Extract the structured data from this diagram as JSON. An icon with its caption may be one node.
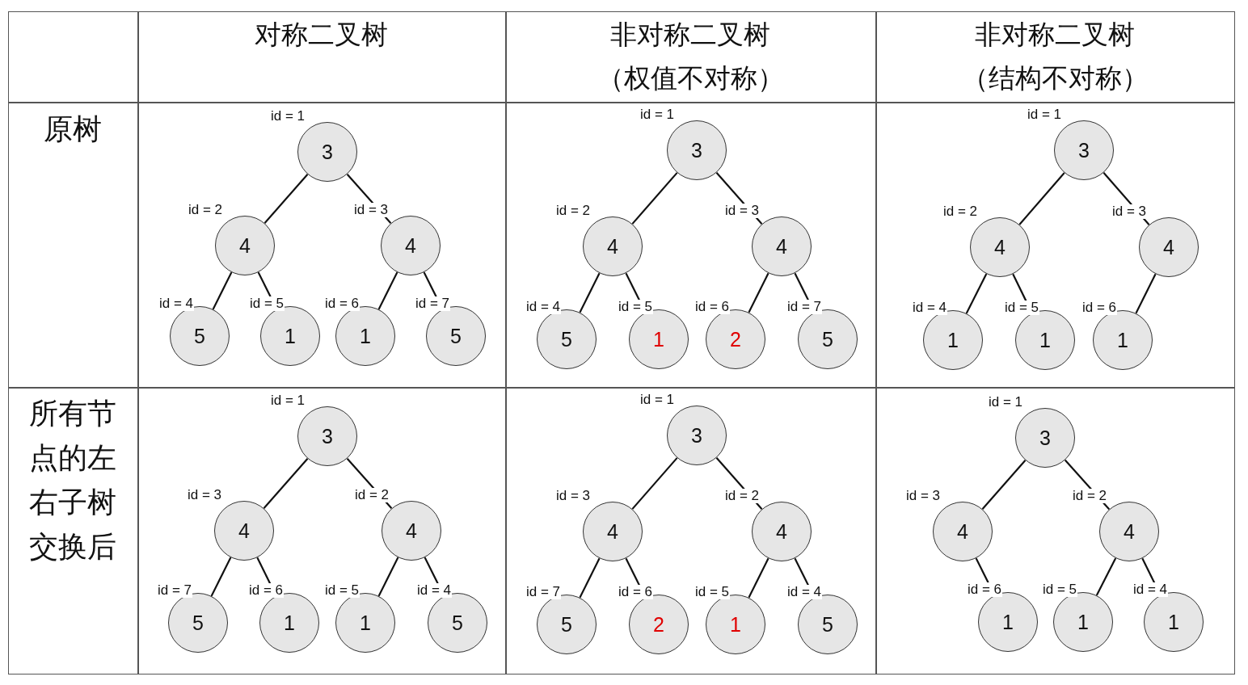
{
  "diagram": {
    "nodes": [
      {
        "text": [
          "3"
        ],
        "beside": [
          "id = 1"
        ]
      },
      {
        "text": [
          "4"
        ],
        "beside": [
          "id = 2"
        ]
      },
      {
        "text": [
          "4"
        ],
        "beside": [
          "id = 3"
        ]
      },
      {
        "text": [
          "5"
        ],
        "beside": [
          "id = 4"
        ]
      },
      {
        "text": [
          "1"
        ],
        "beside": [
          "id = 5"
        ]
      },
      {
        "text": [
          "1"
        ],
        "beside": [
          "id = 6"
        ]
      },
      {
        "text": [
          "5"
        ],
        "beside": [
          "id = 7"
        ]
      },
      {
        "text": [
          "3"
        ],
        "beside": [
          "id = 1"
        ]
      },
      {
        "text": [
          "4"
        ],
        "beside": [
          "id = 2"
        ]
      },
      {
        "text": [
          "4"
        ],
        "beside": [
          "id = 3"
        ]
      },
      {
        "text": [
          "5"
        ],
        "beside": [
          "id = 4"
        ]
      },
      {
        "text": [
          "1"
        ],
        "beside": [
          "id = 5"
        ]
      },
      {
        "text": [
          "2"
        ],
        "beside": [
          "id = 6"
        ]
      },
      {
        "text": [
          "5"
        ],
        "beside": [
          "id = 7"
        ]
      },
      {
        "text": [
          "3"
        ],
        "beside": [
          "id = 1"
        ]
      },
      {
        "text": [
          "4"
        ],
        "beside": [
          "id = 2"
        ]
      },
      {
        "text": [
          "4"
        ],
        "beside": [
          "id = 3"
        ]
      },
      {
        "text": [
          "1"
        ],
        "beside": [
          "id = 4"
        ]
      },
      {
        "text": [
          "1"
        ],
        "beside": [
          "id = 5"
        ]
      },
      {
        "text": [
          "1"
        ],
        "beside": [
          "id = 6"
        ]
      },
      {
        "text": [
          "3"
        ],
        "beside": [
          "id = 1"
        ]
      },
      {
        "text": [
          "4"
        ],
        "beside": [
          "id = 3"
        ]
      },
      {
        "text": [
          "4"
        ],
        "beside": [
          "id = 2"
        ]
      },
      {
        "text": [
          "5"
        ],
        "beside": [
          "id = 7"
        ]
      },
      {
        "text": [
          "1"
        ],
        "beside": [
          "id = 6"
        ]
      },
      {
        "text": [
          "1"
        ],
        "beside": [
          "id = 5"
        ]
      },
      {
        "text": [
          "5"
        ],
        "beside": [
          "id = 4"
        ]
      },
      {
        "text": [
          "3"
        ],
        "beside": [
          "id = 1"
        ]
      },
      {
        "text": [
          "4"
        ],
        "beside": [
          "id = 3"
        ]
      },
      {
        "text": [
          "4"
        ],
        "beside": [
          "id = 2"
        ]
      },
      {
        "text": [
          "5"
        ],
        "beside": [
          "id = 7"
        ]
      },
      {
        "text": [
          "2"
        ],
        "beside": [
          "id = 6"
        ]
      },
      {
        "text": [
          "1"
        ],
        "beside": [
          "id = 5"
        ]
      },
      {
        "text": [
          "5"
        ],
        "beside": [
          "id = 4"
        ]
      },
      {
        "text": [
          "3"
        ],
        "beside": [
          "id = 1"
        ]
      },
      {
        "text": [
          "4"
        ],
        "beside": [
          "id = 3"
        ]
      },
      {
        "text": [
          "4"
        ],
        "beside": [
          "id = 2"
        ]
      },
      {
        "text": [
          "1"
        ],
        "beside": [
          "id = 6"
        ]
      },
      {
        "text": [
          "1"
        ],
        "beside": [
          "id = 5"
        ]
      },
      {
        "text": [
          "1"
        ],
        "beside": [
          "id = 4"
        ]
      }
    ],
    "edges": [
      {
        "from": 0,
        "to": 1,
        "arrow": "none"
      },
      {
        "from": 0,
        "to": 2,
        "arrow": "none"
      },
      {
        "from": 1,
        "to": 3,
        "arrow": "none"
      },
      {
        "from": 1,
        "to": 4,
        "arrow": "none"
      },
      {
        "from": 2,
        "to": 5,
        "arrow": "none"
      },
      {
        "from": 2,
        "to": 6,
        "arrow": "none"
      },
      {
        "from": 7,
        "to": 8,
        "arrow": "none"
      },
      {
        "from": 7,
        "to": 9,
        "arrow": "none"
      },
      {
        "from": 8,
        "to": 10,
        "arrow": "none"
      },
      {
        "from": 8,
        "to": 11,
        "arrow": "none"
      },
      {
        "from": 9,
        "to": 12,
        "arrow": "none"
      },
      {
        "from": 9,
        "to": 13,
        "arrow": "none"
      },
      {
        "from": 14,
        "to": 15,
        "arrow": "none"
      },
      {
        "from": 14,
        "to": 16,
        "arrow": "none"
      },
      {
        "from": 15,
        "to": 17,
        "arrow": "none"
      },
      {
        "from": 15,
        "to": 18,
        "arrow": "none"
      },
      {
        "from": 16,
        "to": 19,
        "arrow": "none"
      },
      {
        "from": 20,
        "to": 21,
        "arrow": "none"
      },
      {
        "from": 20,
        "to": 22,
        "arrow": "none"
      },
      {
        "from": 21,
        "to": 23,
        "arrow": "none"
      },
      {
        "from": 21,
        "to": 24,
        "arrow": "none"
      },
      {
        "from": 22,
        "to": 25,
        "arrow": "none"
      },
      {
        "from": 22,
        "to": 26,
        "arrow": "none"
      },
      {
        "from": 27,
        "to": 28,
        "arrow": "none"
      },
      {
        "from": 27,
        "to": 29,
        "arrow": "none"
      },
      {
        "from": 28,
        "to": 30,
        "arrow": "none"
      },
      {
        "from": 28,
        "to": 31,
        "arrow": "none"
      },
      {
        "from": 29,
        "to": 32,
        "arrow": "none"
      },
      {
        "from": 29,
        "to": 33,
        "arrow": "none"
      },
      {
        "from": 34,
        "to": 35,
        "arrow": "none"
      },
      {
        "from": 34,
        "to": 36,
        "arrow": "none"
      },
      {
        "from": 35,
        "to": 37,
        "arrow": "none"
      },
      {
        "from": 36,
        "to": 38,
        "arrow": "none"
      },
      {
        "from": 36,
        "to": 39,
        "arrow": "none"
      }
    ],
    "labels": [
      "对称二叉树",
      "非对称二叉树（权值不对称）",
      "非对称二叉树（结构不对称）",
      "原树",
      "所有节点的左右子树交换后"
    ]
  }
}
